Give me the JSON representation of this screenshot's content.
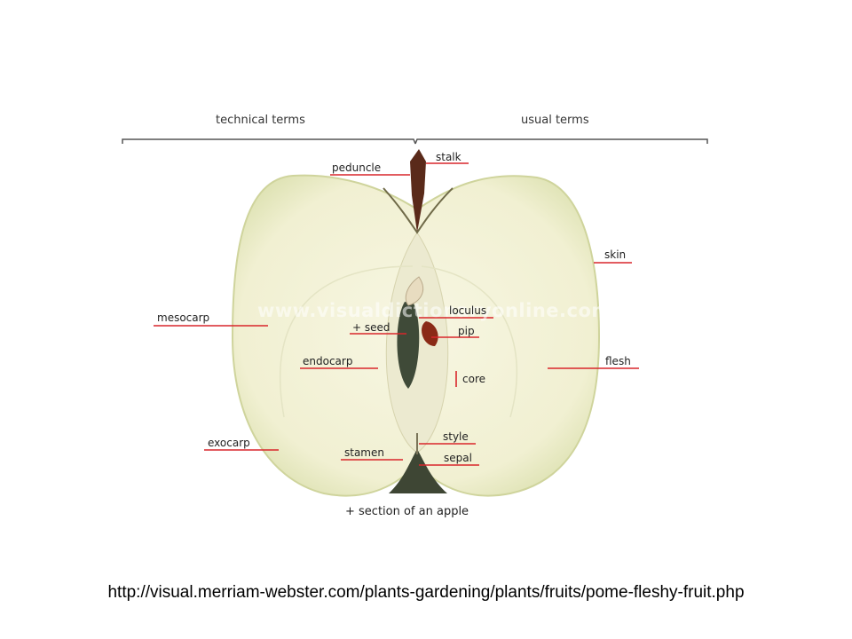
{
  "headers": {
    "technical": "technical terms",
    "usual": "usual terms"
  },
  "labels": {
    "peduncle": "peduncle",
    "stalk": "stalk",
    "skin": "skin",
    "mesocarp": "mesocarp",
    "loculus": "loculus",
    "seed": "+ seed",
    "pip": "pip",
    "endocarp": "endocarp",
    "core": "core",
    "flesh": "flesh",
    "exocarp": "exocarp",
    "style": "style",
    "stamen": "stamen",
    "sepal": "sepal"
  },
  "caption": "+ section of an apple",
  "watermark": "www.visualdictionaryonline.com",
  "source_url": "http://visual.merriam-webster.com/plants-gardening/plants/fruits/pome-fleshy-fruit.php",
  "colors": {
    "leader_line": "#d9262b",
    "flesh": "#f3f2d6",
    "skin_edge": "#d7dcaa",
    "stalk": "#5a2a1a",
    "seed": "#3f4a38"
  }
}
